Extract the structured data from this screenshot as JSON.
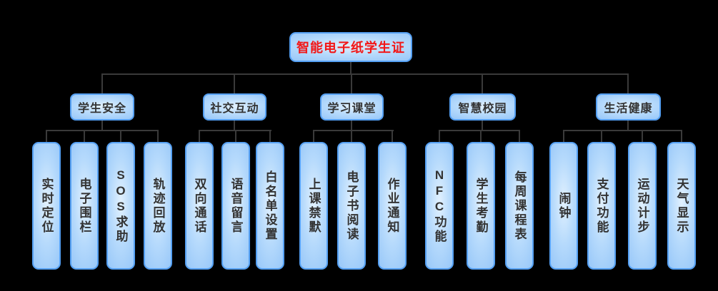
{
  "diagram": {
    "root": {
      "label": "智能电子纸学生证"
    },
    "groups": [
      {
        "label": "学生安全",
        "children": [
          "实时定位",
          "电子围栏",
          "SOS求助",
          "轨迹回放"
        ]
      },
      {
        "label": "社交互动",
        "children": [
          "双向通话",
          "语音留言",
          "白名单设置"
        ]
      },
      {
        "label": "学习课堂",
        "children": [
          "上课禁默",
          "电子书阅读",
          "作业通知"
        ]
      },
      {
        "label": "智慧校园",
        "children": [
          "NFC功能",
          "学生考勤",
          "每周课程表"
        ]
      },
      {
        "label": "生活健康",
        "children": [
          "闹钟",
          "支付功能",
          "运动计步",
          "天气显示"
        ]
      }
    ],
    "colors": {
      "background": "#000000",
      "node_fill": "#9CCAF9",
      "node_fill_light": "#E2F1FE",
      "node_border": "#55A0F3",
      "connector": "#3A3A3A",
      "root_text": "#F21717",
      "node_text": "#333333"
    }
  }
}
